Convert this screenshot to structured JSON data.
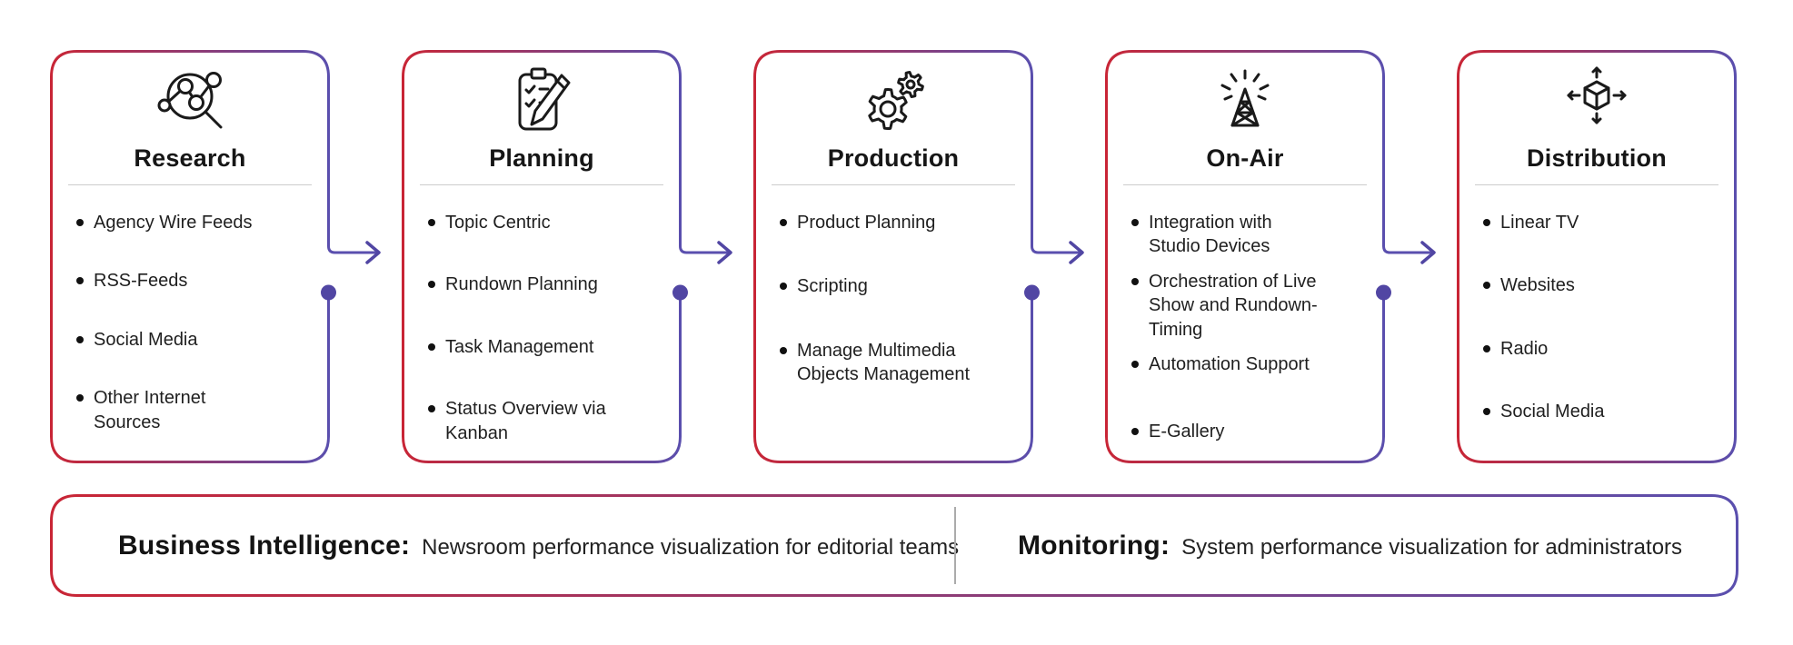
{
  "colors": {
    "gradient_red": "#c92535",
    "gradient_purple": "#5a4fae",
    "connector_purple": "#5146a3",
    "card_rule_gray": "#cccccc",
    "footer_divider_gray": "#ababab",
    "icon_black": "#1a1a1a"
  },
  "cards": [
    {
      "title": "Research",
      "icon": "research-magnifier-graph-icon",
      "items": [
        "Agency Wire Feeds",
        "RSS-Feeds",
        "Social Media",
        "Other Internet Sources"
      ]
    },
    {
      "title": "Planning",
      "icon": "planning-clipboard-pencil-icon",
      "items": [
        "Topic Centric",
        "Rundown Planning",
        "Task Management",
        "Status Overview via Kanban"
      ]
    },
    {
      "title": "Production",
      "icon": "production-gears-icon",
      "items": [
        "Product Planning",
        "Scripting",
        "Manage Multimedia Objects Management"
      ]
    },
    {
      "title": "On-Air",
      "icon": "onair-broadcast-tower-icon",
      "items": [
        "Integration with Studio Devices",
        "Orchestration of Live Show and Rundown-Timing",
        "Automation Support",
        "E-Gallery"
      ]
    },
    {
      "title": "Distribution",
      "icon": "distribution-cube-arrows-icon",
      "items": [
        "Linear TV",
        "Websites",
        "Radio",
        "Social Media"
      ]
    }
  ],
  "footer": {
    "sections": [
      {
        "label": "Business Intelligence:",
        "description": "Newsroom performance visualization for editorial teams"
      },
      {
        "label": "Monitoring:",
        "description": "System performance visualization for administrators"
      }
    ]
  }
}
